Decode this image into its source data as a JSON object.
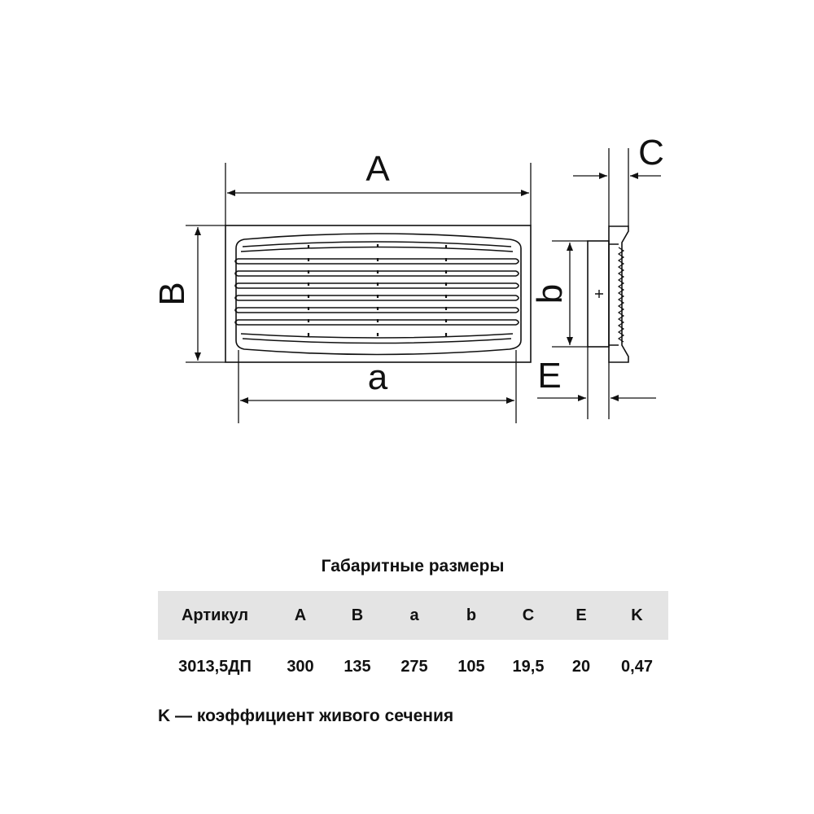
{
  "drawing": {
    "labels": {
      "A": "A",
      "B": "B",
      "a": "a",
      "b": "b",
      "C": "C",
      "E": "E"
    }
  },
  "table": {
    "title": "Габаритные размеры",
    "headers": [
      "Артикул",
      "A",
      "B",
      "a",
      "b",
      "C",
      "E",
      "K"
    ],
    "rows": [
      [
        "3013,5ДП",
        "300",
        "135",
        "275",
        "105",
        "19,5",
        "20",
        "0,47"
      ]
    ]
  },
  "note": "K — коэффициент живого сечения",
  "colors": {
    "line": "#111111",
    "header_bg": "#e4e4e4"
  }
}
